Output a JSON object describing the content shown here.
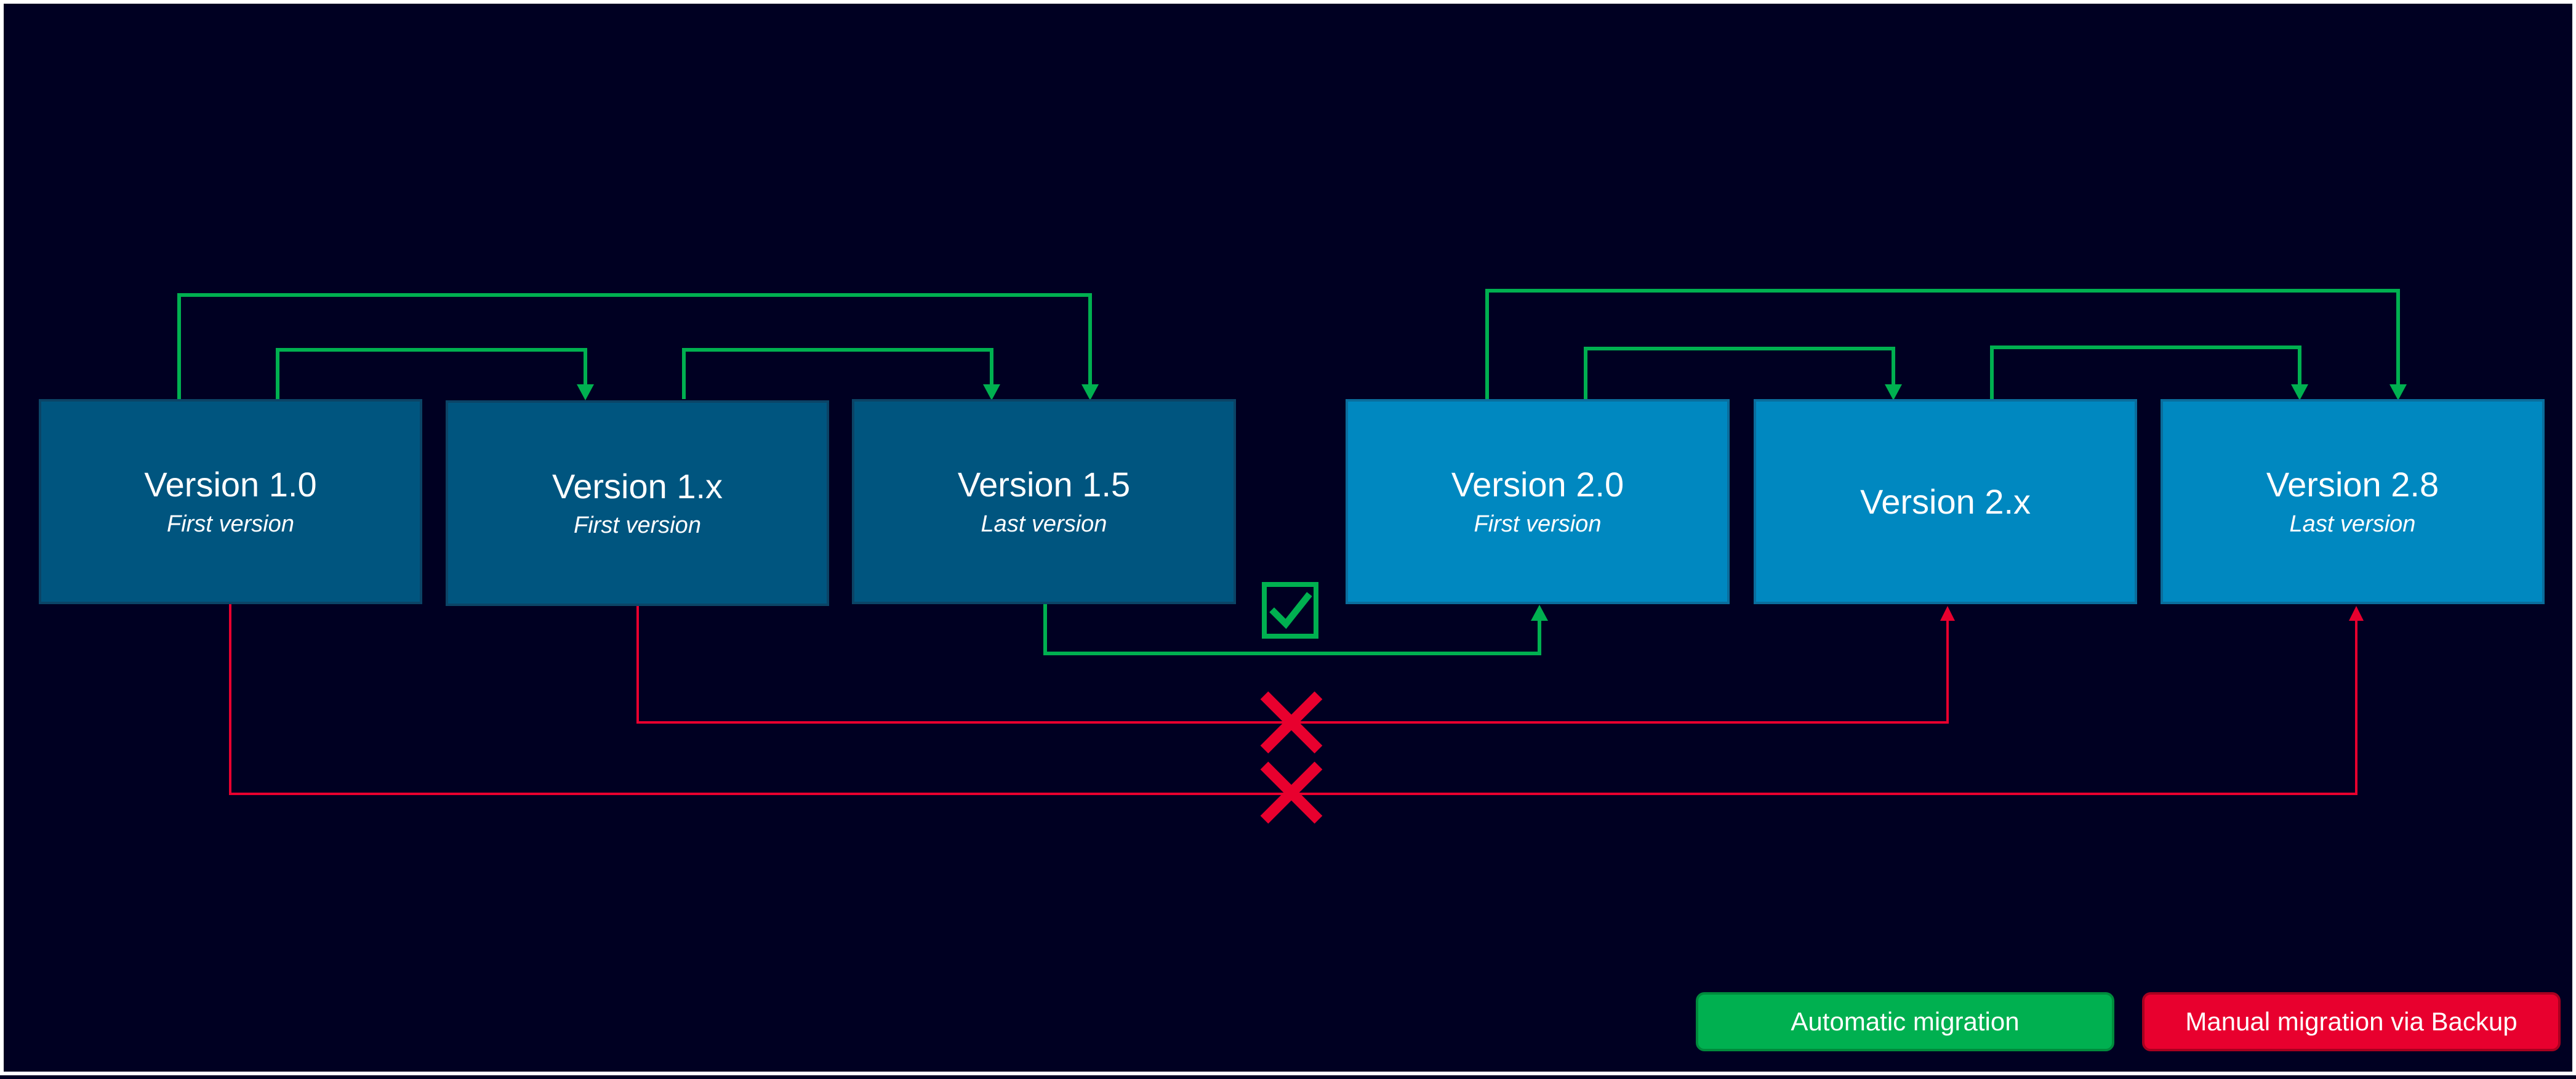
{
  "versions": [
    {
      "label": "Version 1.0",
      "sub": "First version",
      "generation": 1
    },
    {
      "label": "Version 1.x",
      "sub": "First version",
      "generation": 1
    },
    {
      "label": "Version 1.5",
      "sub": "Last version",
      "generation": 1
    },
    {
      "label": "Version 2.0",
      "sub": "First version",
      "generation": 2
    },
    {
      "label": "Version 2.x",
      "sub": "",
      "generation": 2
    },
    {
      "label": "Version 2.8",
      "sub": "Last version",
      "generation": 2
    }
  ],
  "legend": {
    "automatic": "Automatic migration",
    "manual": "Manual migration via Backup"
  },
  "colors": {
    "background": "#000022",
    "gen1_box": "#00557f",
    "gen2_box": "#0088c0",
    "automatic": "#00b050",
    "manual": "#e8002e"
  },
  "migrations": [
    {
      "from": "Version 1.0",
      "to": "Version 1.x",
      "type": "automatic"
    },
    {
      "from": "Version 1.0",
      "to": "Version 1.5",
      "type": "automatic"
    },
    {
      "from": "Version 1.x",
      "to": "Version 1.5",
      "type": "automatic"
    },
    {
      "from": "Version 2.0",
      "to": "Version 2.x",
      "type": "automatic"
    },
    {
      "from": "Version 2.0",
      "to": "Version 2.8",
      "type": "automatic"
    },
    {
      "from": "Version 2.x",
      "to": "Version 2.8",
      "type": "automatic"
    },
    {
      "from": "Version 1.5",
      "to": "Version 2.0",
      "type": "automatic",
      "icon": "checkmark-icon"
    },
    {
      "from": "Version 1.x",
      "to": "Version 2.x",
      "type": "manual",
      "icon": "cross-icon"
    },
    {
      "from": "Version 1.0",
      "to": "Version 2.8",
      "type": "manual",
      "icon": "cross-icon"
    }
  ]
}
